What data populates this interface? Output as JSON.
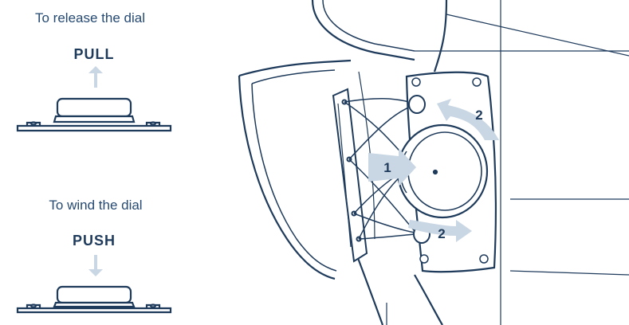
{
  "release": {
    "caption": "To release the dial",
    "action": "PULL"
  },
  "wind": {
    "caption": "To wind the dial",
    "action": "PUSH"
  },
  "steps": {
    "step1": "1",
    "step2_top": "2",
    "step2_bottom": "2"
  },
  "colors": {
    "line": "#1f3b5c",
    "arrow": "#c9d6e3",
    "fill": "#ffffff"
  }
}
